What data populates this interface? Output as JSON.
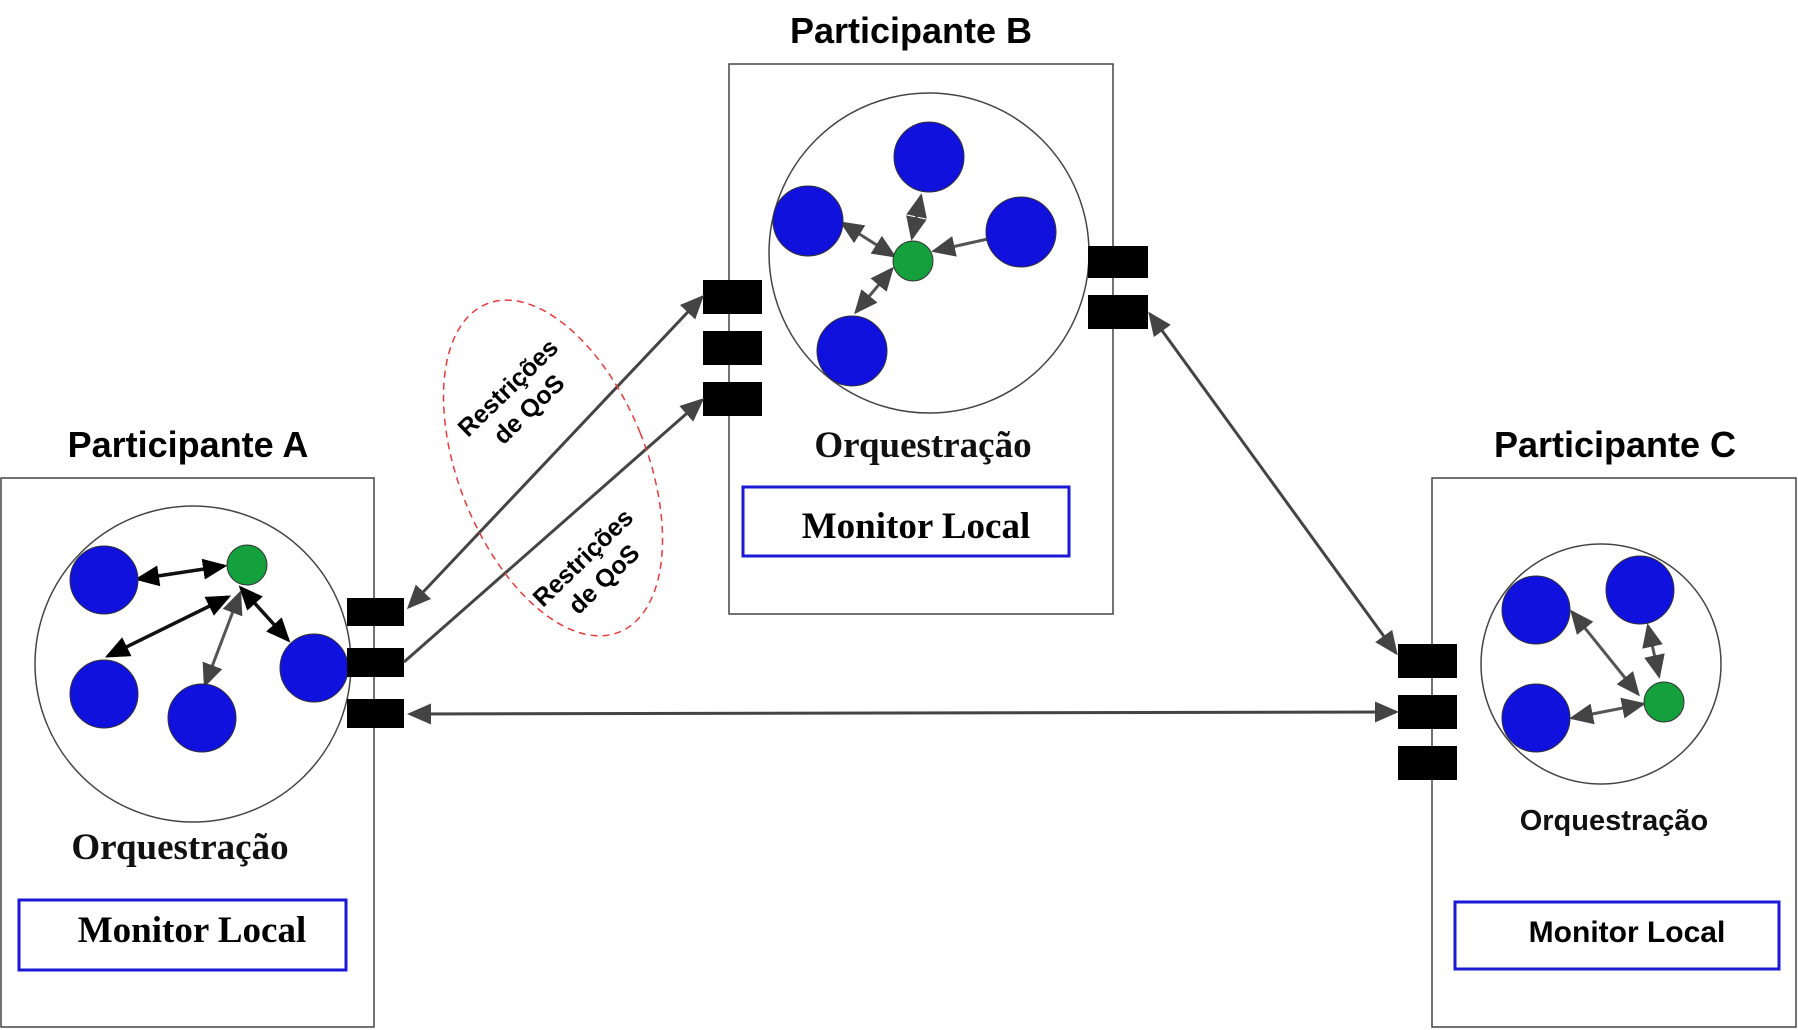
{
  "participants": {
    "a": {
      "title": "Participante A",
      "orchestration": "Orquestração",
      "monitor": "Monitor Local"
    },
    "b": {
      "title": "Participante B",
      "orchestration": "Orquestração",
      "monitor": "Monitor Local"
    },
    "c": {
      "title": "Participante C",
      "orchestration": "Orquestração",
      "monitor": "Monitor Local"
    }
  },
  "annotations": {
    "qos_upper": {
      "line1": "Restrições",
      "line2": "de QoS"
    },
    "qos_lower": {
      "line1": "Restrições",
      "line2": "de QoS"
    }
  },
  "colors": {
    "service_node": "#1111dd",
    "coordinator_node": "#14a03c",
    "monitor_border": "#1a1ad6",
    "port": "#000000",
    "qos_ellipse": "#e83a3a",
    "connector": "#444444"
  }
}
